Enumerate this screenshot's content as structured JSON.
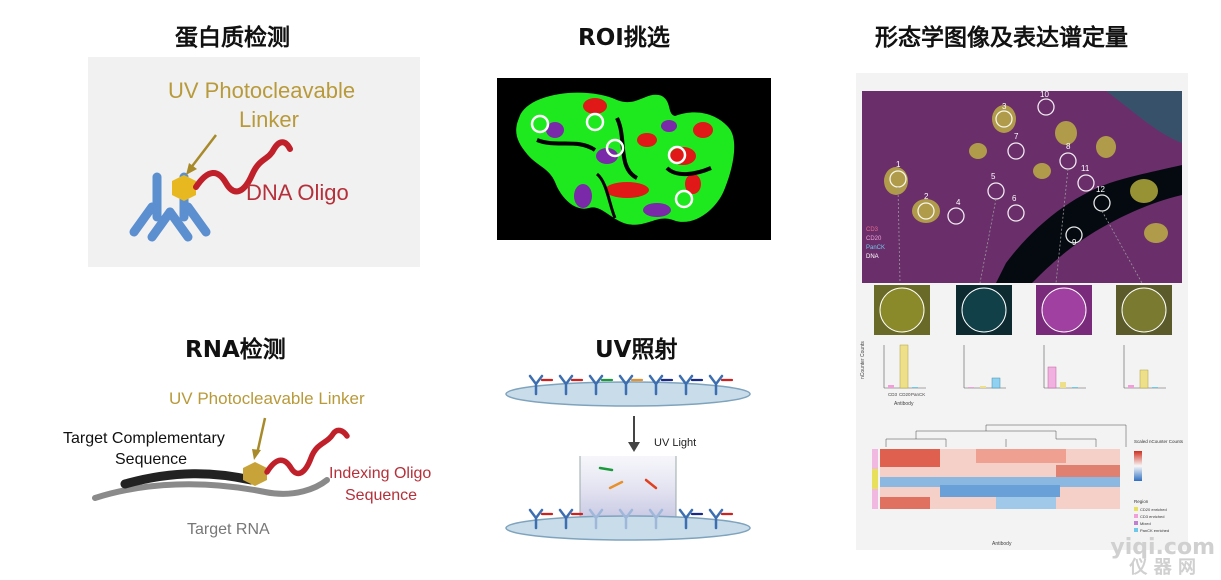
{
  "headings": {
    "protein": "蛋白质检测",
    "roi": "ROI挑选",
    "morph": "形态学图像及表达谱定量",
    "rna": "RNA检测",
    "uv": "UV照射"
  },
  "protein_panel": {
    "linker_line1": "UV Photocleavable",
    "linker_line2": "Linker",
    "oligo": "DNA Oligo"
  },
  "rna_panel": {
    "linker": "UV Photocleavable Linker",
    "target_comp_line1": "Target Complementary",
    "target_comp_line2": "Sequence",
    "indexing_line1": "Indexing Oligo",
    "indexing_line2": "Sequence",
    "target_rna": "Target RNA"
  },
  "uv_panel": {
    "uv_light": "UV Light"
  },
  "morph_panel": {
    "roi_numbers": [
      "1",
      "2",
      "3",
      "4",
      "5",
      "6",
      "7",
      "8",
      "9",
      "10",
      "11",
      "12"
    ],
    "legend": [
      "CD3",
      "CD20",
      "PanCK",
      "DNA"
    ],
    "y_axis_label": "nCounter Counts",
    "x_axis_label": "Antibody",
    "bar_categories": [
      "CD3",
      "CD20",
      "PanCK"
    ],
    "heatmap_x_label": "Antibody",
    "heatmap_legend_title": "Scaled nCounter Counts",
    "heatmap_region_title": "Region",
    "heatmap_regions": [
      "CD20 enriched",
      "CD3 enriched",
      "Mixed",
      "PanCK enriched"
    ]
  },
  "colors": {
    "roi_green": "#1ee81e",
    "roi_red": "#e01818",
    "roi_purple": "#7a2aa8",
    "antibody_blue": "#5b8fcf",
    "linker_gold": "#c8a33a",
    "oligo_red": "#c0202a",
    "cd3": "#e8e05a",
    "cd20": "#f0a0d8",
    "panck": "#70c8e8"
  },
  "watermark": {
    "site": "yiqi.com",
    "cn": "仪 器 网"
  }
}
